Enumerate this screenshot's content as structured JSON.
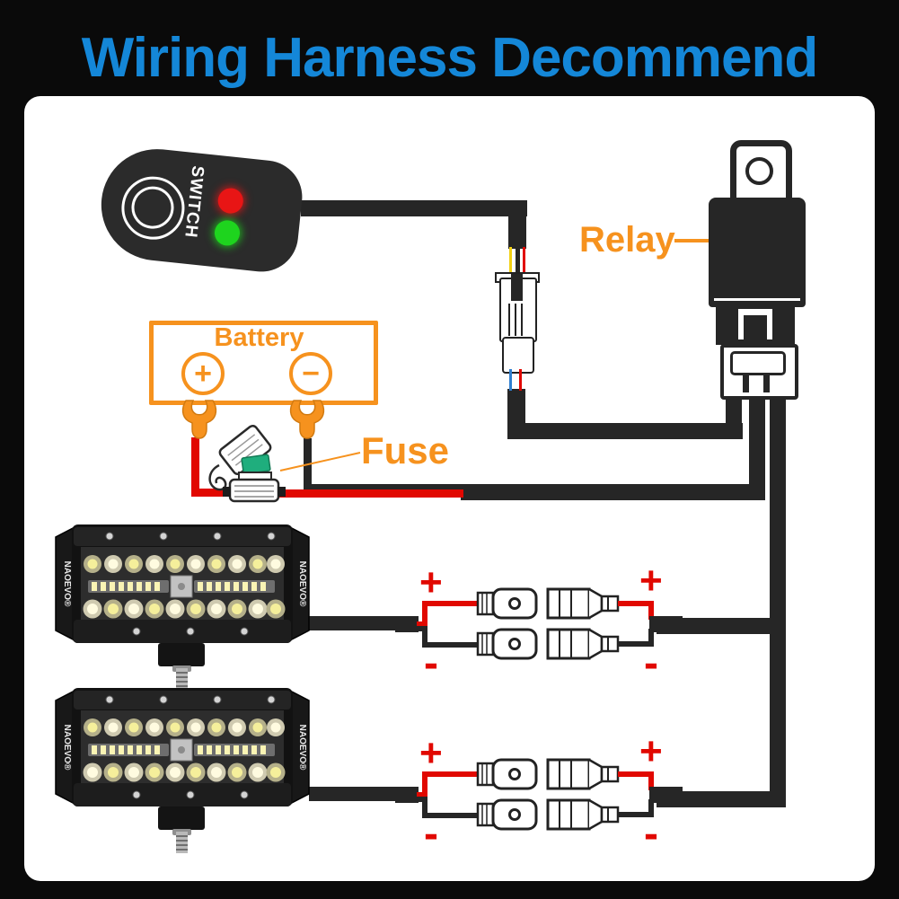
{
  "title": {
    "text": "Wiring Harness Decommend",
    "color": "#1487d8"
  },
  "switch": {
    "label": "SWITCH",
    "led_top_color": "#e81515",
    "led_bottom_color": "#1ed41e"
  },
  "relay": {
    "label": "Relay"
  },
  "battery": {
    "label": "Battery",
    "plus": "+",
    "minus": "−"
  },
  "fuse": {
    "label": "Fuse",
    "fuse_color": "#1FAE7D"
  },
  "light_bars": {
    "brand": "NAOEVO®",
    "count": 2
  },
  "connector_markings": {
    "plus": "+",
    "minus": "-"
  },
  "colors": {
    "background": "#0a0a0a",
    "panel": "#ffffff",
    "title_blue": "#1487d8",
    "label_orange": "#F6921E",
    "wire_black": "#262626",
    "wire_red": "#e10800"
  }
}
